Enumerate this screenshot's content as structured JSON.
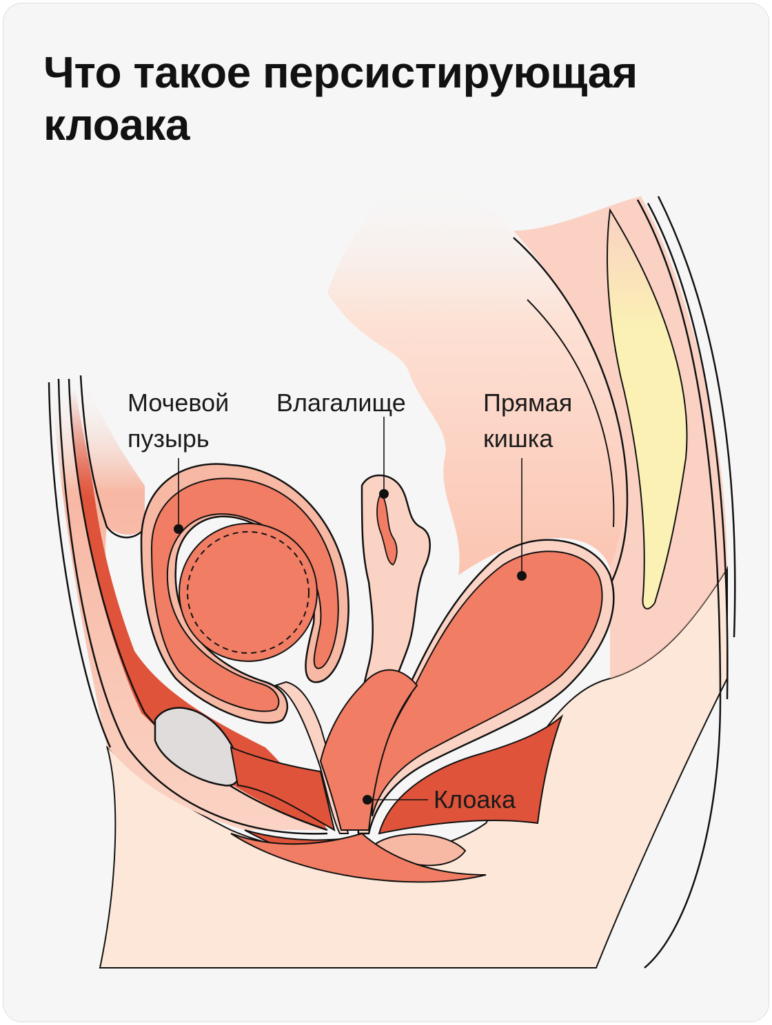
{
  "title": "Что такое персистирующая клоака",
  "labels": {
    "bladder_line1": "Мочевой",
    "bladder_line2": "пузырь",
    "vagina": "Влагалище",
    "rectum_line1": "Прямая",
    "rectum_line2": "кишка",
    "cloaca": "Клоака"
  },
  "colors": {
    "background": "#f6f6f6",
    "skin": "#fce7d8",
    "tissue_light": "#fbd3c4",
    "tissue_mid": "#f7b8a4",
    "organ": "#f07d64",
    "muscle": "#de533a",
    "lumen_grey": "#e0dcdc",
    "spine_yellow": "#fbf1b4",
    "outline": "#111111",
    "dot": "#111111"
  }
}
